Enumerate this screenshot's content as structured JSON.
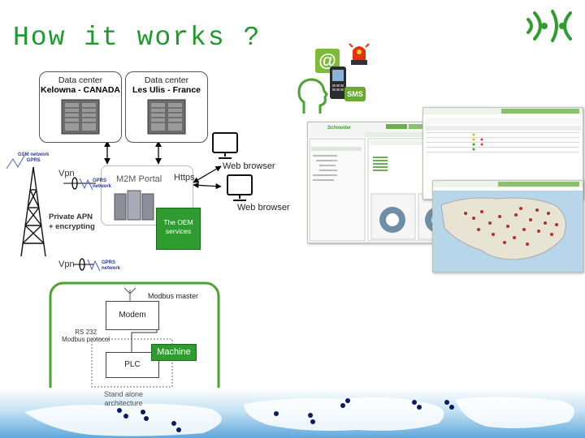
{
  "title": "How it works ?",
  "datacenters": [
    {
      "label": "Data center",
      "name": "Kelowna - CANADA"
    },
    {
      "label": "Data center",
      "name": "Les Ulis - France"
    }
  ],
  "network_labels": {
    "gsm_line1": "GSM network",
    "gsm_line2": "GPRS",
    "vpn": "Vpn",
    "gprs_line1": "GPRS",
    "gprs_line2": "network",
    "private_apn_line1": "Private APN",
    "private_apn_line2": "+ encrypting",
    "vpn_bottom": "Vpn",
    "gprs_bottom_line1": "GPRS",
    "gprs_bottom_line2": "network"
  },
  "portal": {
    "label": "M2M Portal",
    "oem_line1": "The OEM",
    "oem_line2": "services"
  },
  "web": {
    "https": "Https",
    "browser1": "Web browser",
    "browser2": "Web browser"
  },
  "machine": {
    "modbus_master": "Modbus master",
    "modem": "Modem",
    "rs232_line1": "RS 232",
    "rs232_line2": "Modbus protocol",
    "plc": "PLC",
    "machine_label": "Machine",
    "standalone_line1": "Stand alone",
    "standalone_line2": "architecture"
  },
  "notifications": {
    "email_symbol": "@",
    "sms": "SMS"
  },
  "colors": {
    "accent_green": "#1e9a2a",
    "box_green": "#2f9c2f",
    "link_blue": "#2a3aa0"
  }
}
